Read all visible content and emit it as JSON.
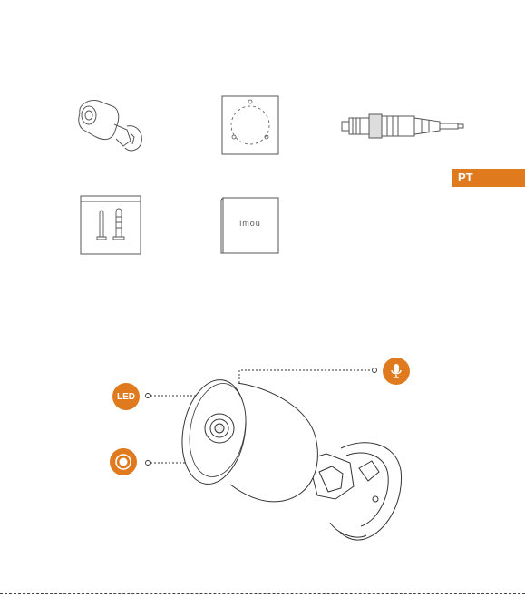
{
  "language_tab": "PT",
  "box_contents": {
    "items": [
      {
        "name": "camera-item"
      },
      {
        "name": "drilling-template-item"
      },
      {
        "name": "waterproof-connector-item"
      },
      {
        "name": "screw-pack-item"
      },
      {
        "name": "quick-start-guide-item"
      }
    ],
    "guide_logo_text": "imou"
  },
  "callouts": {
    "led_label": "LED",
    "mic_icon": "microphone-icon",
    "lens_icon": "lens-icon"
  },
  "colors": {
    "accent": "#e07a1f",
    "line": "#555555"
  }
}
